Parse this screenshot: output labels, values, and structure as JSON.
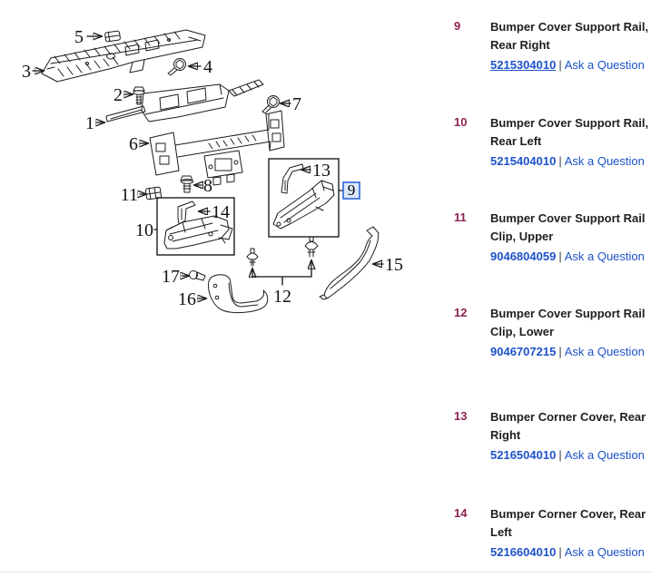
{
  "diagram": {
    "callouts": {
      "n1": "1",
      "n2": "2",
      "n3": "3",
      "n4": "4",
      "n5": "5",
      "n6": "6",
      "n7": "7",
      "n8": "8",
      "n9": "9",
      "n10": "10",
      "n11": "11",
      "n12": "12",
      "n13": "13",
      "n14": "14",
      "n15": "15",
      "n16": "16",
      "n17": "17"
    },
    "highlight_border": "#2d63d9",
    "highlight_fill": "#dce8fa"
  },
  "parts_list": {
    "separator": "|",
    "ask_label": "Ask a Question",
    "number_color": "#8b2252",
    "link_color": "#1d52c9",
    "items": [
      {
        "num": "9",
        "name": "Bumper Cover Support Rail, Rear Right",
        "part_number": "5215304010"
      },
      {
        "num": "10",
        "name": "Bumper Cover Support Rail, Rear Left",
        "part_number": "5215404010"
      },
      {
        "num": "11",
        "name": "Bumper Cover Support Rail Clip, Upper",
        "part_number": "9046804059"
      },
      {
        "num": "12",
        "name": "Bumper Cover Support Rail Clip, Lower",
        "part_number": "9046707215"
      },
      {
        "num": "13",
        "name": "Bumper Corner Cover, Rear Right",
        "part_number": "5216504010"
      },
      {
        "num": "14",
        "name": "Bumper Corner Cover, Rear Left",
        "part_number": "5216604010"
      }
    ]
  }
}
